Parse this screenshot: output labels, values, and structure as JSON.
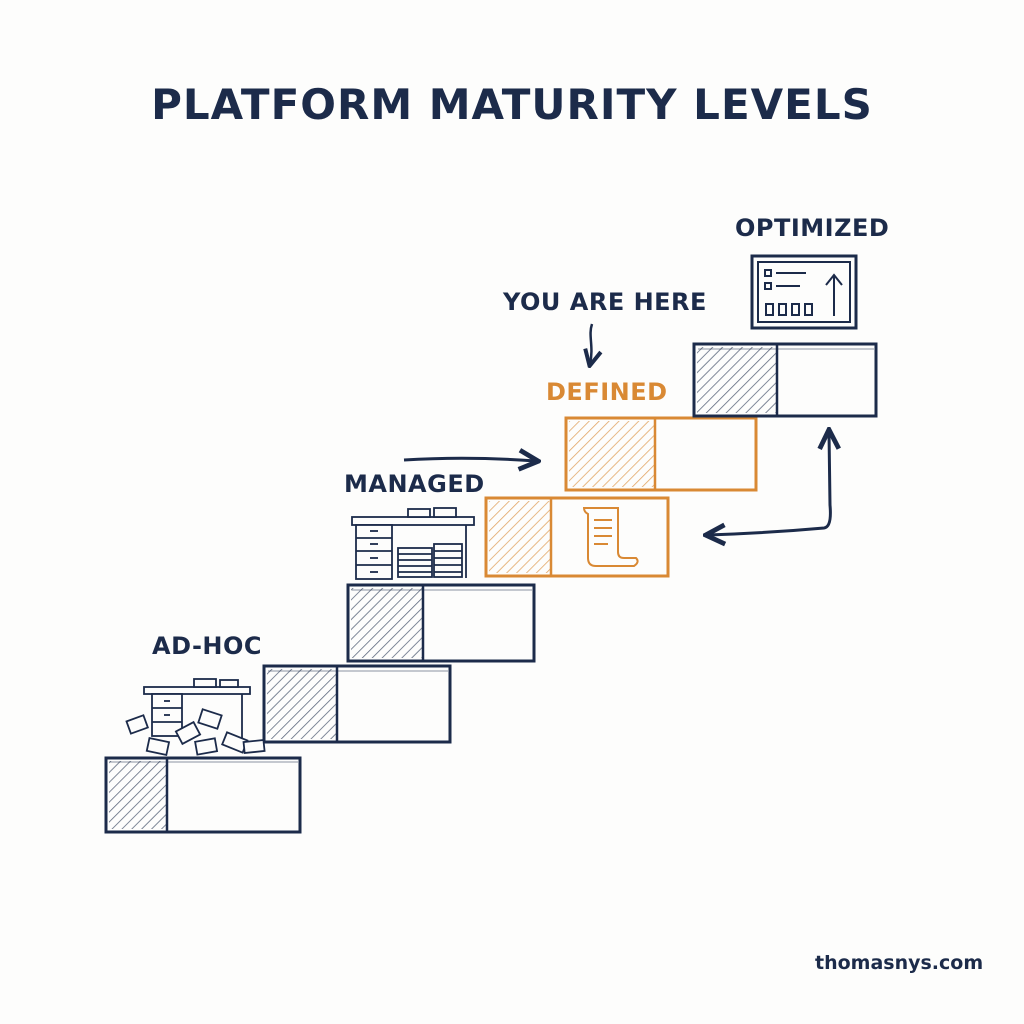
{
  "title": "PLATFORM MATURITY LEVELS",
  "levels": [
    {
      "label": "AD-HOC",
      "icon": "cluttered-desk-icon"
    },
    {
      "label": "MANAGED",
      "icon": "organized-desk-icon"
    },
    {
      "label": "DEFINED",
      "icon": "document-scroll-icon"
    },
    {
      "label": "OPTIMIZED",
      "icon": "dashboard-monitor-icon"
    }
  ],
  "marker": "YOU ARE HERE",
  "credit": "thomasnys.com",
  "colors": {
    "ink": "#1c2b4a",
    "accent": "#d98934",
    "background": "#fdfdfc"
  }
}
